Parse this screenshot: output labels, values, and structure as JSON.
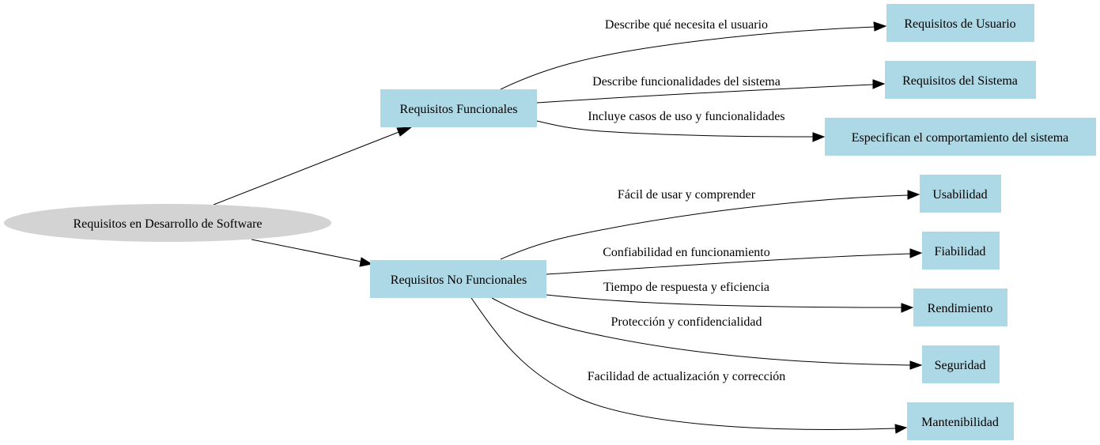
{
  "colors": {
    "root_fill": "#d3d3d3",
    "node_fill": "#add8e6",
    "edge": "#000000",
    "text": "#000000",
    "background": "#ffffff"
  },
  "nodes": {
    "root": "Requisitos en Desarrollo de Software",
    "funcionales": "Requisitos Funcionales",
    "no_funcionales": "Requisitos No Funcionales",
    "usuario": "Requisitos de Usuario",
    "sistema": "Requisitos del Sistema",
    "comportamiento": "Especifican el comportamiento del sistema",
    "usabilidad": "Usabilidad",
    "fiabilidad": "Fiabilidad",
    "rendimiento": "Rendimiento",
    "seguridad": "Seguridad",
    "mantenibilidad": "Mantenibilidad"
  },
  "edges": [
    {
      "id": "root-funcionales",
      "from": "root",
      "to": "funcionales",
      "label": ""
    },
    {
      "id": "root-no-funcionales",
      "from": "root",
      "to": "no_funcionales",
      "label": ""
    },
    {
      "id": "funcionales-usuario",
      "from": "funcionales",
      "to": "usuario",
      "label": "Describe qué necesita el usuario"
    },
    {
      "id": "funcionales-sistema",
      "from": "funcionales",
      "to": "sistema",
      "label": "Describe funcionalidades del sistema"
    },
    {
      "id": "funcionales-comportamiento",
      "from": "funcionales",
      "to": "comportamiento",
      "label": "Incluye casos de uso y funcionalidades"
    },
    {
      "id": "nofuncionales-usabilidad",
      "from": "no_funcionales",
      "to": "usabilidad",
      "label": "Fácil de usar y comprender"
    },
    {
      "id": "nofuncionales-fiabilidad",
      "from": "no_funcionales",
      "to": "fiabilidad",
      "label": "Confiabilidad en funcionamiento"
    },
    {
      "id": "nofuncionales-rendimiento",
      "from": "no_funcionales",
      "to": "rendimiento",
      "label": "Tiempo de respuesta y eficiencia"
    },
    {
      "id": "nofuncionales-seguridad",
      "from": "no_funcionales",
      "to": "seguridad",
      "label": "Protección y confidencialidad"
    },
    {
      "id": "nofuncionales-mantenibilidad",
      "from": "no_funcionales",
      "to": "mantenibilidad",
      "label": "Facilidad de actualización y corrección"
    }
  ]
}
